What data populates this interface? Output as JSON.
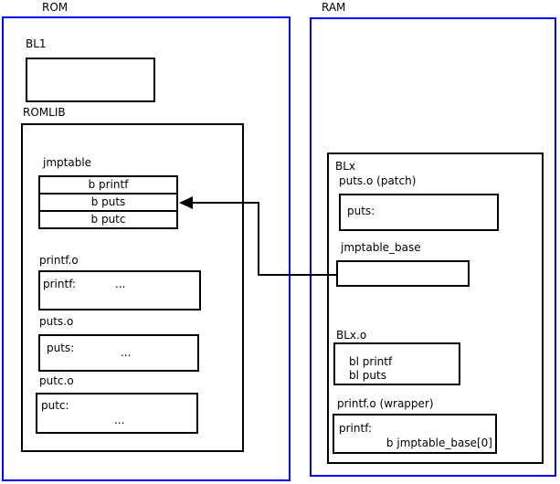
{
  "rom": {
    "label": "ROM",
    "bl1_label": "BL1",
    "romlib_label": "ROMLIB",
    "jmptable": {
      "label": "jmptable",
      "rows": [
        "b printf",
        "b puts",
        "b putc"
      ]
    },
    "printf_o": {
      "label": "printf.o",
      "symbol": "printf:",
      "dots": "..."
    },
    "puts_o": {
      "label": "puts.o",
      "symbol": "puts:",
      "dots": "..."
    },
    "putc_o": {
      "label": "putc.o",
      "symbol": "putc:",
      "dots": "..."
    }
  },
  "ram": {
    "label": "RAM",
    "blx_label": "BLx",
    "puts_patch": {
      "label": "puts.o (patch)",
      "symbol": "puts:"
    },
    "jmptable_base_label": "jmptable_base",
    "blx_o": {
      "label": "BLx.o",
      "line1": "bl printf",
      "line2": "bl puts"
    },
    "printf_wrapper": {
      "label": "printf.o (wrapper)",
      "symbol": "printf:",
      "branch": "b jmptable_base[0]"
    }
  },
  "colors": {
    "frame": "#0000ff",
    "line": "#000000"
  }
}
